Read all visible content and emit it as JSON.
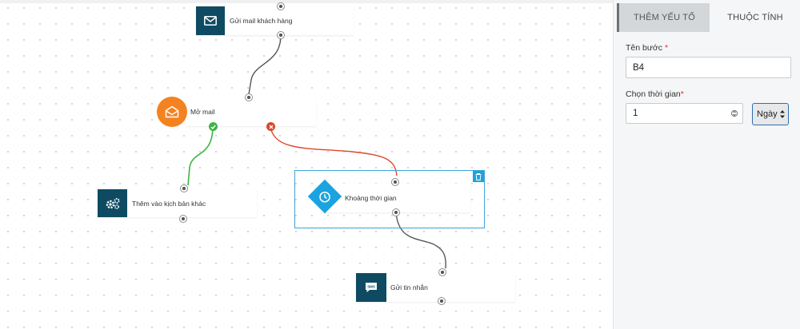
{
  "canvas": {
    "nodes": [
      {
        "id": "send-mail",
        "label": "Gửi mail khách hàng",
        "icon": "envelope-icon"
      },
      {
        "id": "open-mail",
        "label": "Mở mail",
        "icon": "open-envelope-icon"
      },
      {
        "id": "add-script",
        "label": "Thêm vào kịch bản khác",
        "icon": "gears-icon"
      },
      {
        "id": "time-delay",
        "label": "Khoảng thời gian",
        "icon": "clock-icon"
      },
      {
        "id": "send-sms",
        "label": "Gửi tin nhắn",
        "icon": "sms-icon"
      }
    ],
    "sms_icon_text": "SMS",
    "colors": {
      "node_icon": "#0e4b63",
      "open_mail": "#f58220",
      "delay": "#1ba3e0",
      "yes_branch": "#3cb448",
      "no_branch": "#d9482b",
      "wire": "#555555"
    }
  },
  "panel": {
    "tabs": [
      {
        "label": "THÊM YẾU TỐ"
      },
      {
        "label": "THUỘC TÍNH"
      }
    ],
    "step_name": {
      "label": "Tên bước",
      "required_mark": "*",
      "value": "B4"
    },
    "time": {
      "label": "Chọn thời gian",
      "required_mark": "*",
      "value": "1",
      "unit": "Ngày"
    }
  }
}
